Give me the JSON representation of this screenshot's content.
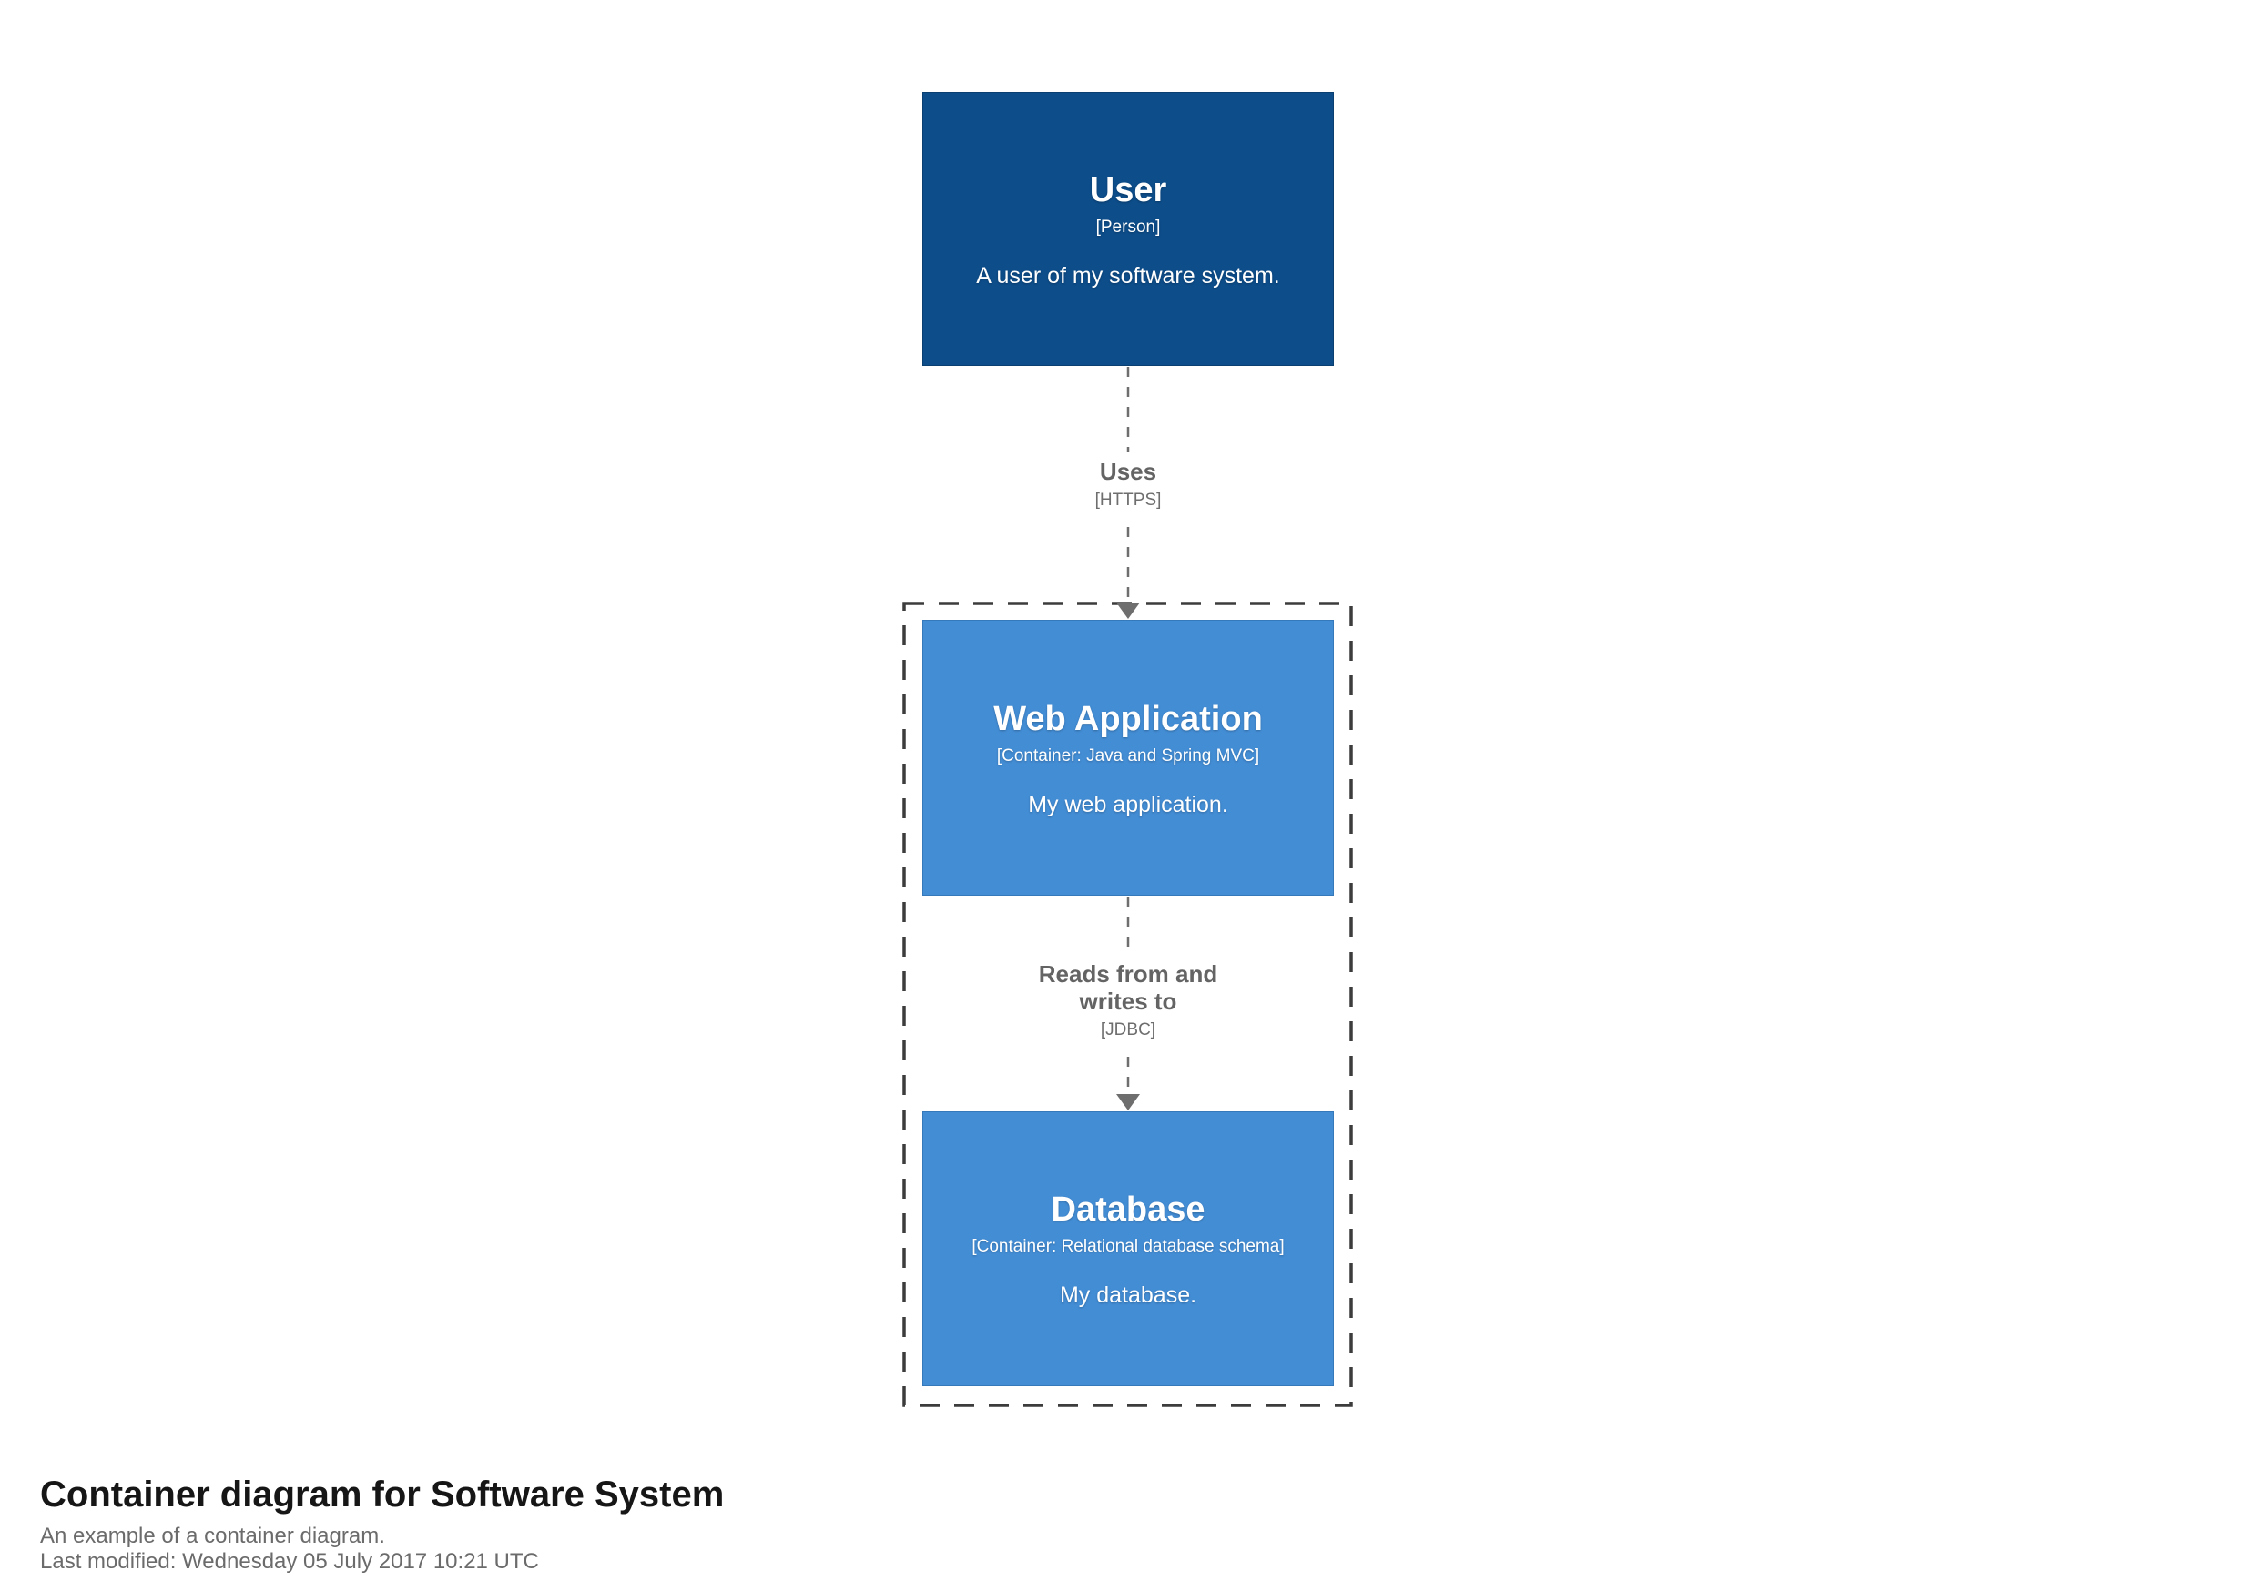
{
  "diagram": {
    "nodes": {
      "user": {
        "title": "User",
        "meta": "[Person]",
        "description": "A user of my software system."
      },
      "web_application": {
        "title": "Web Application",
        "meta": "[Container: Java and Spring MVC]",
        "description": "My web application."
      },
      "database": {
        "title": "Database",
        "meta": "[Container: Relational database schema]",
        "description": "My database."
      }
    },
    "relationships": {
      "uses": {
        "label": "Uses",
        "technology": "[HTTPS]"
      },
      "reads_writes": {
        "label": "Reads from and writes to",
        "technology": "[JDBC]"
      }
    }
  },
  "footer": {
    "title": "Container diagram for Software System",
    "subtitle": "An example of a container diagram.",
    "last_modified": "Last modified: Wednesday 05 July 2017 10:21 UTC"
  },
  "colors": {
    "person_bg": "#0d4d8a",
    "container_bg": "#438dd5",
    "node_text": "#ffffff",
    "relationship_text": "#646464",
    "connector": "#6e6e6e",
    "boundary_border": "#3c3c3c",
    "footer_title": "#161616",
    "footer_text": "#6b6b6b",
    "background": "#ffffff"
  }
}
